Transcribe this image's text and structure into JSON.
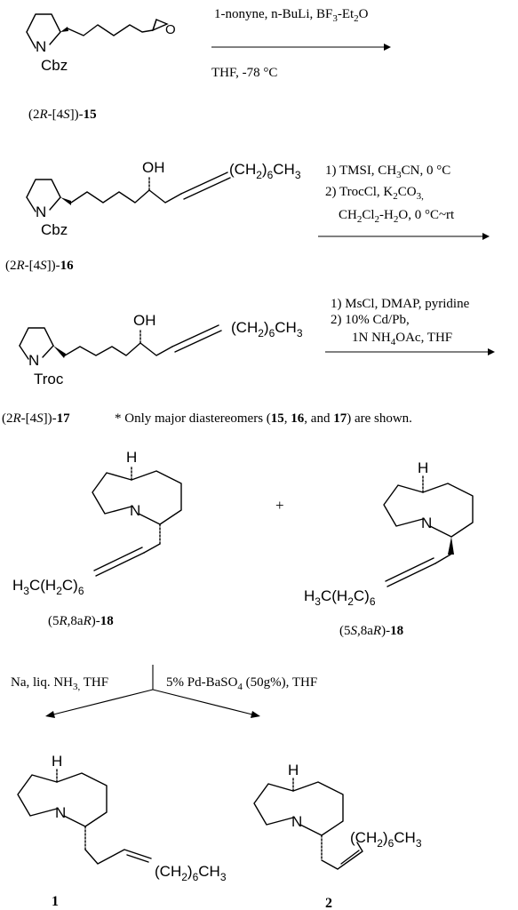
{
  "step1": {
    "reagent_a": "1-nonyne, n-BuLi, BF",
    "reagent_a_sub": "3",
    "reagent_a_b": "-Et",
    "reagent_a_sub2": "2",
    "reagent_a_c": "O",
    "conditions": "THF, -78 °C",
    "label_pre": "(2",
    "label_R": "R",
    "label_mid": "-[4",
    "label_S": "S",
    "label_post": "])-",
    "label_num": "15",
    "n_label": "N",
    "pg_label": "Cbz"
  },
  "step2": {
    "r1a": "1) TMSI, CH",
    "r1sub": "3",
    "r1b": "CN, 0 °C",
    "r2a": "2) TrocCl, K",
    "r2sub": "2",
    "r2b": "CO",
    "r2sub2": "3,",
    "r3a": "CH",
    "r3sub": "2",
    "r3b": "Cl",
    "r3sub2": "2",
    "r3c": "-H",
    "r3sub3": "2",
    "r3d": "O, 0 °C~rt",
    "label_pre": "(2",
    "label_R": "R",
    "label_mid": "-[4",
    "label_S": "S",
    "label_post": "])-",
    "label_num": "16",
    "oh": "OH",
    "chain_a": "(CH",
    "chain_sub": "2",
    "chain_b": ")",
    "chain_sub2": "6",
    "chain_c": "CH",
    "chain_sub3": "3",
    "n_label": "N",
    "pg_label": "Cbz"
  },
  "step3": {
    "r1": "1) MsCl, DMAP, pyridine",
    "r2": "2) 10% Cd/Pb,",
    "r3a": "1N NH",
    "r3sub": "4",
    "r3b": "OAc, THF",
    "label_pre": "(2",
    "label_R": "R",
    "label_mid": "-[4",
    "label_S": "S",
    "label_post": "])-",
    "label_num": "17",
    "note_a": "* Only major diastereomers  (",
    "note_15": "15",
    "note_b": ", ",
    "note_16": "16",
    "note_c": ", and ",
    "note_17": "17",
    "note_d": ") are shown.",
    "oh": "OH",
    "chain_a": "(CH",
    "chain_sub": "2",
    "chain_b": ")",
    "chain_sub2": "6",
    "chain_c": "CH",
    "chain_sub3": "3",
    "n_label": "N",
    "pg_label": "Troc"
  },
  "products18": {
    "plus": "+",
    "h": "H",
    "n_label": "N",
    "left_chain_a": "H",
    "left_chain_sub": "3",
    "left_chain_b": "C(H",
    "left_chain_sub2": "2",
    "left_chain_c": "C)",
    "left_chain_sub3": "6",
    "left_label_pre": "(5",
    "left_label_R1": "R",
    "left_label_mid": ",8a",
    "left_label_R2": "R",
    "left_label_post": ")-",
    "left_label_num": "18",
    "right_label_pre": "(5",
    "right_label_S": "S",
    "right_label_mid": ",8a",
    "right_label_R": "R",
    "right_label_post": ")-",
    "right_label_num": "18"
  },
  "final_step": {
    "left_reagent_a": "Na, liq. NH",
    "left_reagent_sub": "3,",
    "left_reagent_b": " THF",
    "right_reagent_a": "5% Pd-BaSO",
    "right_reagent_sub": "4",
    "right_reagent_b": " (50g%), THF",
    "h": "H",
    "n_label": "N",
    "chain_a": "(CH",
    "chain_sub": "2",
    "chain_b": ")",
    "chain_sub2": "6",
    "chain_c": "CH",
    "chain_sub3": "3",
    "compound1": "1",
    "compound2": "2"
  }
}
